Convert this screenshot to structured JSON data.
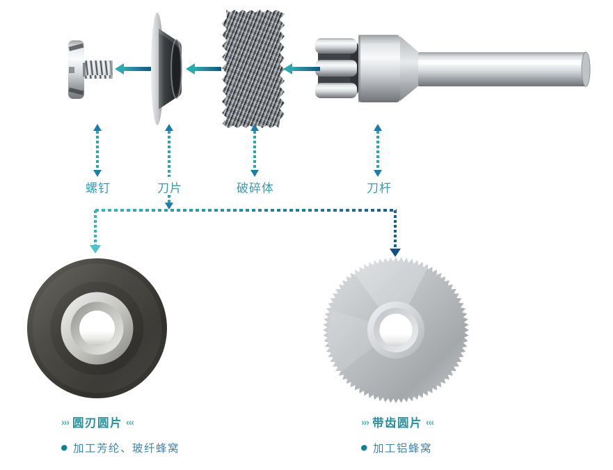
{
  "diagram": {
    "parts": [
      {
        "label": "螺钉"
      },
      {
        "label": "刀片"
      },
      {
        "label": "破碎体"
      },
      {
        "label": "刀杆"
      }
    ],
    "discs": [
      {
        "deco_left": "›››",
        "title": "圆刃圆片",
        "deco_right": "‹‹‹",
        "desc": "加工芳纶、玻纤蜂窝"
      },
      {
        "deco_left": "›››",
        "title": "带齿圆片",
        "deco_right": "‹‹‹",
        "desc": "加工铝蜂窝"
      }
    ],
    "colors": {
      "arrow_teal": "#2fa8ad",
      "arrow_blue": "#16547e",
      "dotted_teal": "#2fa5b2",
      "part_label_text": "#3a99b0",
      "disc_title_text": "#28909b",
      "disc_desc_text": "#3f85ad"
    }
  }
}
